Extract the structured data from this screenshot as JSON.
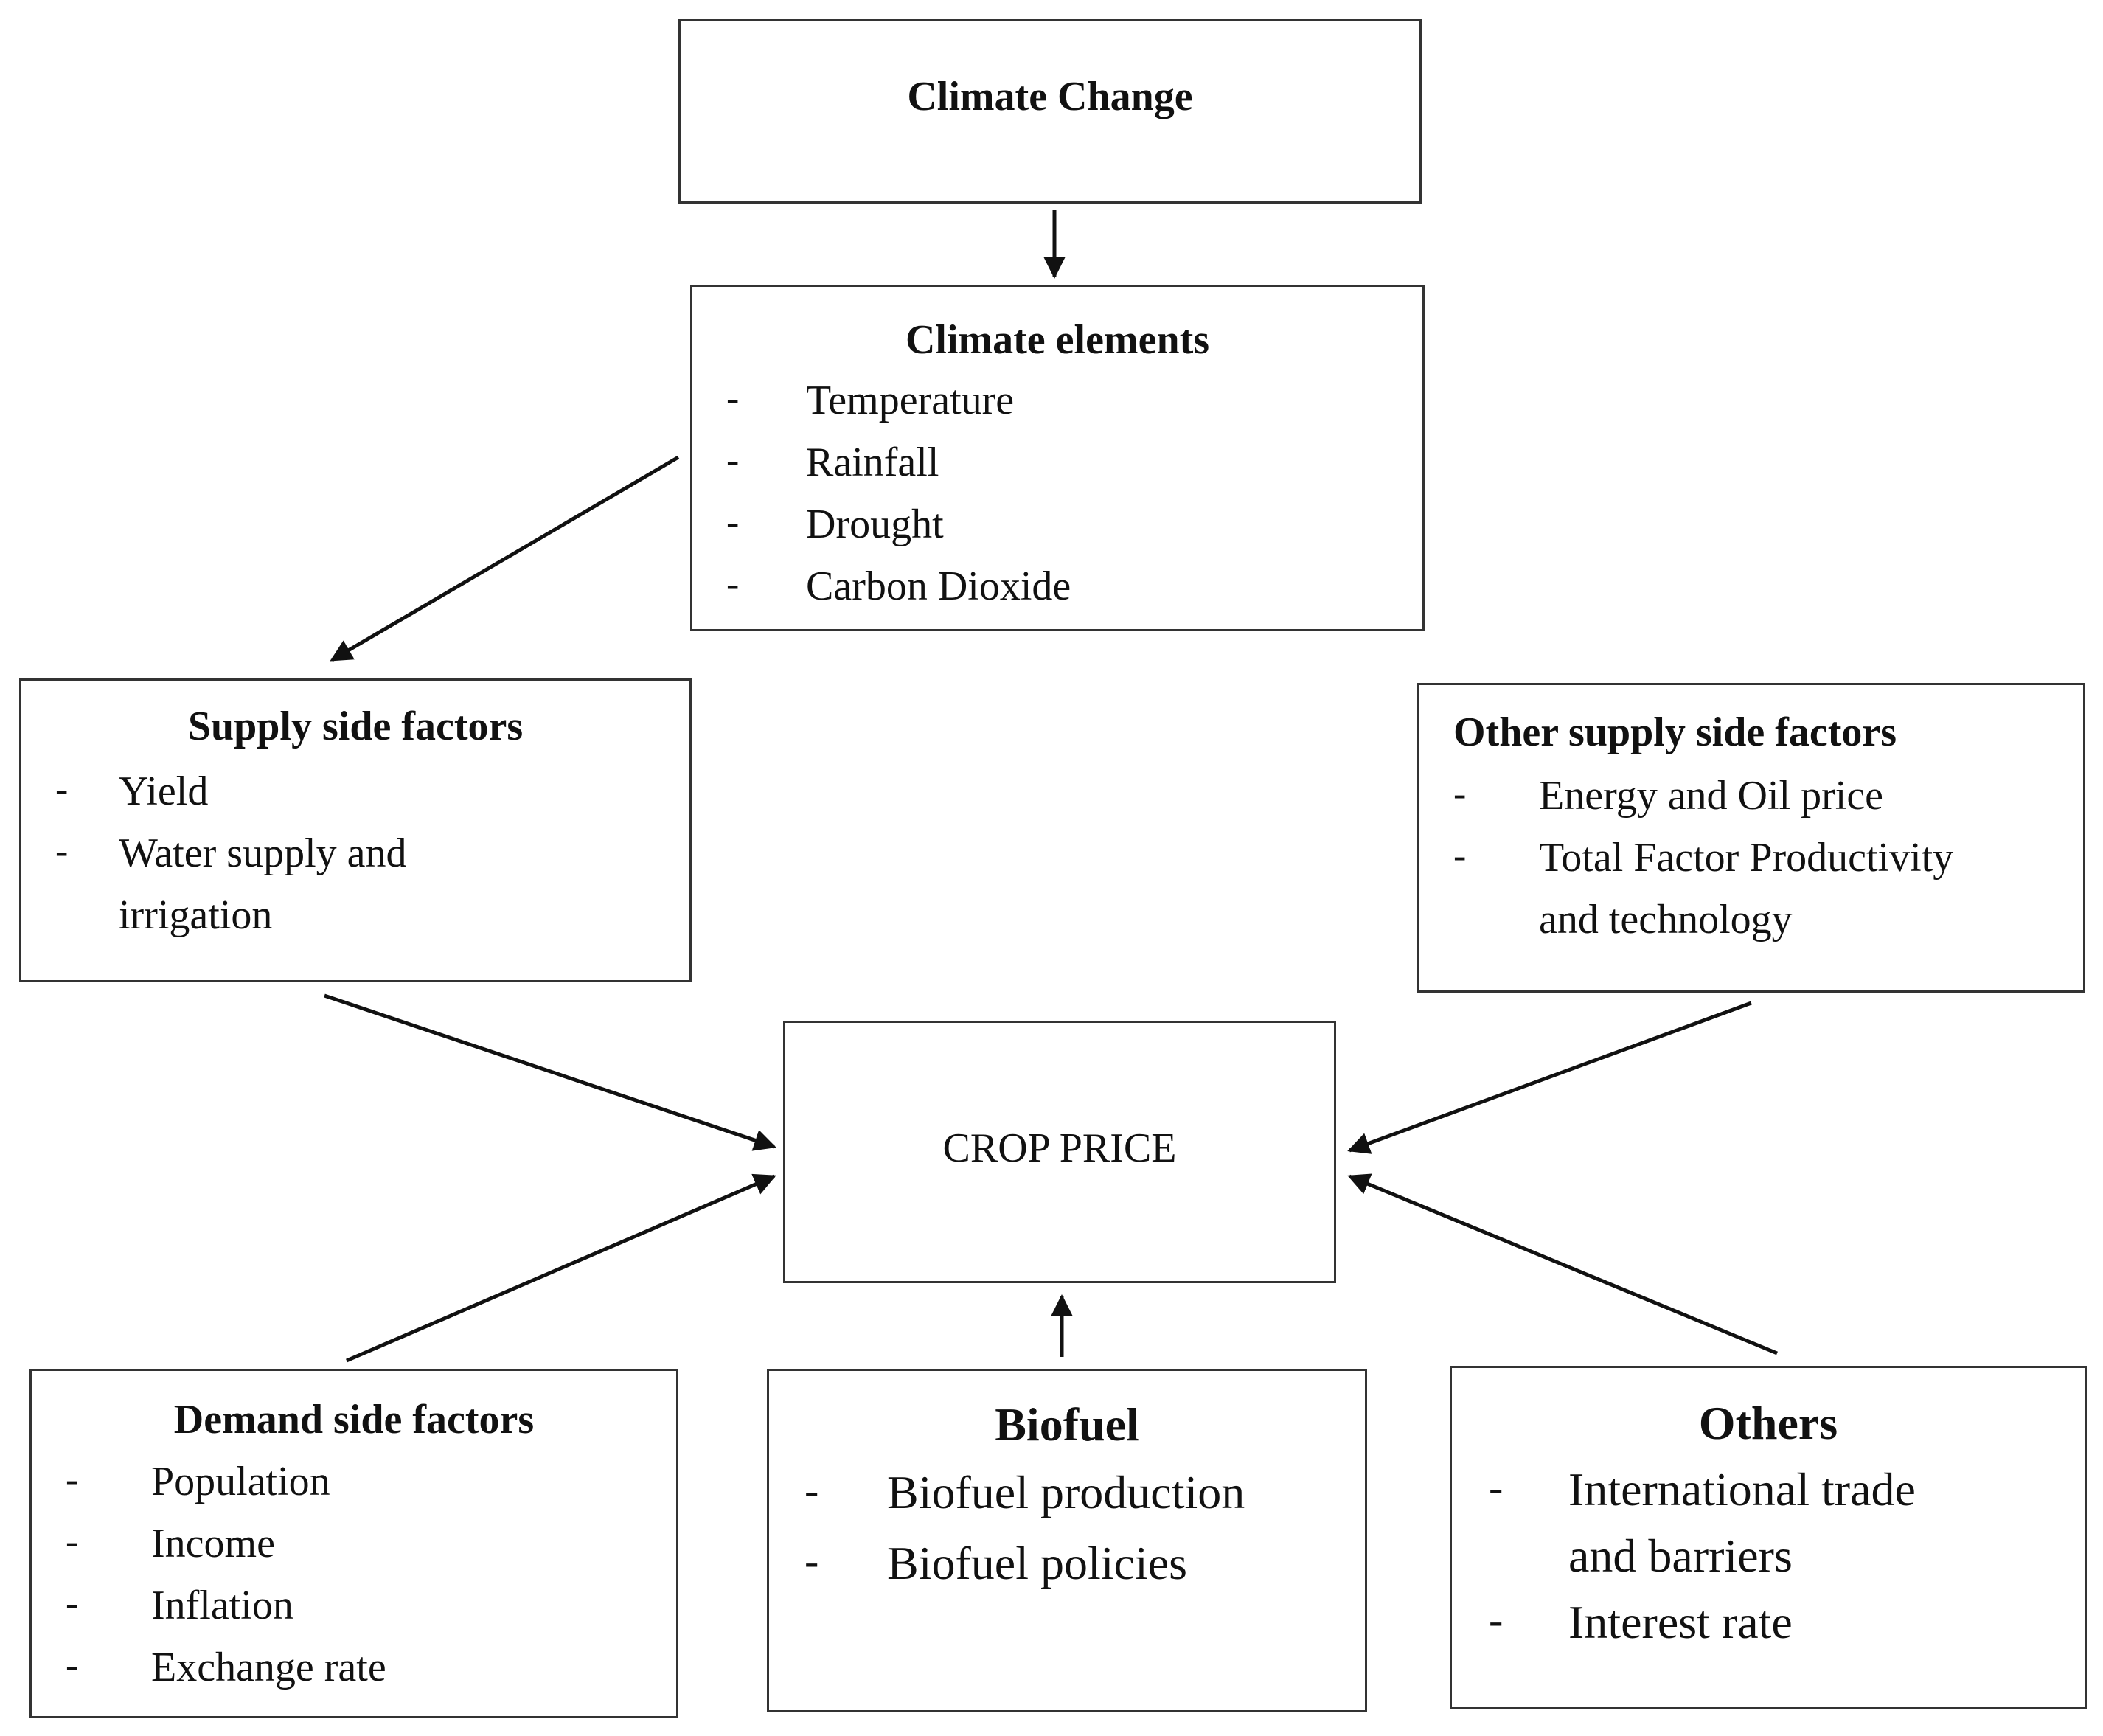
{
  "climate_change": {
    "title": "Climate Change"
  },
  "climate_elements": {
    "title": "Climate elements",
    "items": [
      "Temperature",
      "Rainfall",
      "Drought",
      "Carbon Dioxide"
    ]
  },
  "supply_side": {
    "title": "Supply side factors",
    "items": [
      "Yield",
      "Water supply and",
      "irrigation"
    ]
  },
  "other_supply_side": {
    "title": "Other supply side factors",
    "items": [
      "Energy and Oil price",
      "Total Factor Productivity",
      "and technology"
    ]
  },
  "crop_price": {
    "title": "CROP PRICE"
  },
  "demand_side": {
    "title": "Demand side factors",
    "items": [
      "Population",
      "Income",
      "Inflation",
      "Exchange rate"
    ]
  },
  "biofuel": {
    "title": "Biofuel",
    "items": [
      "Biofuel production",
      "Biofuel policies"
    ]
  },
  "others": {
    "title": "Others",
    "items": [
      "International trade",
      "and barriers",
      "Interest rate"
    ]
  },
  "bullet": "-"
}
